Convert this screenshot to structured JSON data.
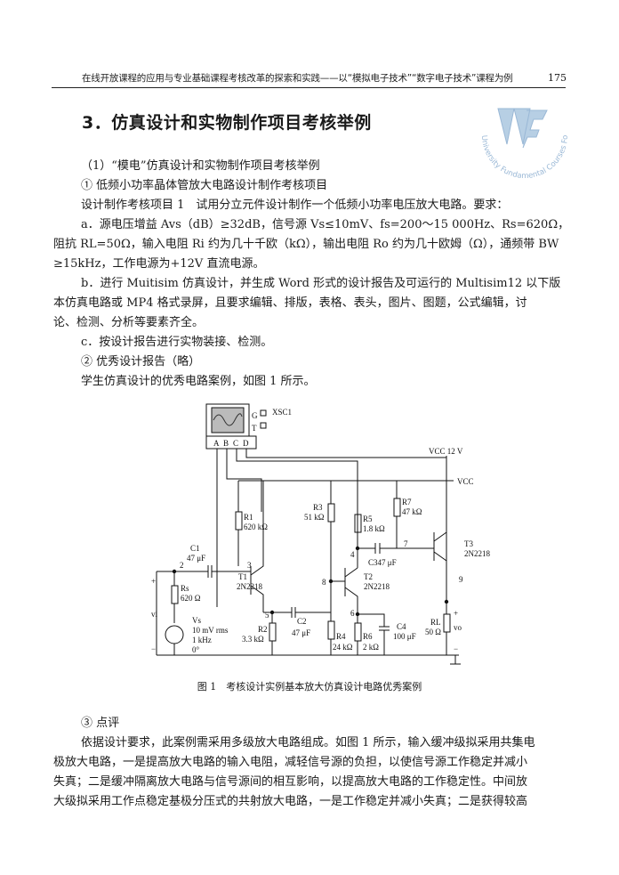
{
  "header": {
    "running_title": "在线开放课程的应用与专业基础课程考核改革的探索和实践——以“模拟电子技术”“数字电子技术”课程为例",
    "page_number": "175"
  },
  "section": {
    "title": "3．仿真设计和实物制作项目考核举例"
  },
  "logo": {
    "text": "University Fundamental Courses Forum",
    "color": "#9ab8d6"
  },
  "para1": [
    "（1）“模电”仿真设计和实物制作项目考核举例",
    "① 低频小功率晶体管放大电路设计制作考核项目",
    "设计制作考核项目 1　试用分立元件设计制作一个低频小功率电压放大电路。要求：",
    "a．源电压增益 Avs（dB）≥32dB，信号源 Vs≤10mV、fs=200～15 000Hz、Rs=620Ω，负载",
    "阻抗 RL=50Ω，输入电阻 Ri 约为几十千欧（kΩ），输出电阻 Ro 约为几十欧姆（Ω），通频带 BW",
    "≥15kHz，工作电源为+12V 直流电源。",
    "b．进行 Muitisim 仿真设计，并生成 Word 形式的设计报告及可运行的 Multisim12 以下版",
    "本仿真电路或 MP4 格式录屏，且要求编辑、排版，表格、表头，图片、图题，公式编辑，讨",
    "论、检测、分析等要素齐全。",
    "c．按设计报告进行实物装接、检测。",
    "② 优秀设计报告（略）",
    "学生仿真设计的优秀电路案例，如图 1 所示。"
  ],
  "figure": {
    "caption": "图 1　考核设计实例基本放大仿真设计电路优秀案例",
    "labels": {
      "xsc1": "XSC1",
      "g": "G",
      "t": "T",
      "a": "A",
      "b": "B",
      "c": "C",
      "d": "D",
      "vcc12": "VCC  12 V",
      "vcc": "VCC",
      "r1": "R1",
      "r1v": "620 kΩ",
      "r3": "R3",
      "r3v": "51 kΩ",
      "r5": "R5",
      "r5v": "1.8 kΩ",
      "r7": "R7",
      "r7v": "47 kΩ",
      "c1": "C1",
      "c1v": "47 μF",
      "c3v": "C347 μF",
      "t1": "T1",
      "t1v": "2N2218",
      "t2": "T2",
      "t2v": "2N2218",
      "t3": "T3",
      "t3v": "2N2218",
      "rs": "Rs",
      "rsv": "620 Ω",
      "c2": "C2",
      "c2v": "47 μF",
      "c4": "C4",
      "c4v": "100 μF",
      "r2": "R2",
      "r2v": "3.3 kΩ",
      "r4": "R4",
      "r4v": "24 kΩ",
      "r6": "R6",
      "r6v": "2 kΩ",
      "rl": "RL",
      "rlv": "50 Ω",
      "vi": "vi",
      "vo": "vo",
      "vs": "Vs",
      "vs1": "10 mV rms",
      "vs2": "1 kHz",
      "vs3": "0°",
      "n2": "2",
      "n3": "3",
      "n4": "4",
      "n5": "5",
      "n6": "6",
      "n7": "7",
      "n8": "8",
      "n9": "9",
      "plus1": "+",
      "minus1": "−",
      "plus2": "+",
      "minus2": "−"
    }
  },
  "para2": [
    "③ 点评",
    "依据设计要求，此案例需采用多级放大电路组成。如图 1 所示，输入缓冲级拟采用共集电",
    "极放大电路，一是提高放大电路的输入电阻，减轻信号源的负担，以使信号源工作稳定并减小",
    "失真；二是缓冲隔离放大电路与信号源间的相互影响，以提高放大电路的工作稳定性。中间放",
    "大级拟采用工作点稳定基极分压式的共射放大电路，一是工作稳定并减小失真；二是获得较高"
  ]
}
